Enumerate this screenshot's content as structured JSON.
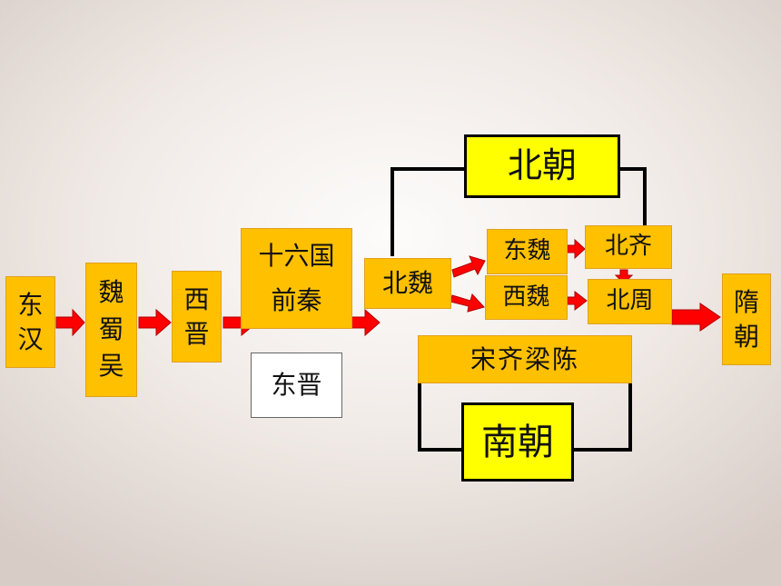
{
  "colors": {
    "box_fill": "#ffc000",
    "dynasty_group_fill": "#ffff00",
    "arrow": "#ff0000",
    "bracket_line": "#000000"
  },
  "dynasties": {
    "donghan": [
      "东",
      "汉"
    ],
    "weishuwu": [
      "魏",
      "蜀",
      "吴"
    ],
    "xijin": [
      "西",
      "晋"
    ],
    "shiliuguo": "十六国",
    "qianqin": "前秦",
    "dongjin": "东晋",
    "beiwei": "北魏",
    "dongwei": "东魏",
    "xiwei": "西魏",
    "beiqi": "北齐",
    "beizhou": "北周",
    "suichao": [
      "隋",
      "朝"
    ]
  },
  "groups": {
    "beichao": "北朝",
    "nanchao": "南朝",
    "songqiliangchen": "宋齐梁陈"
  }
}
